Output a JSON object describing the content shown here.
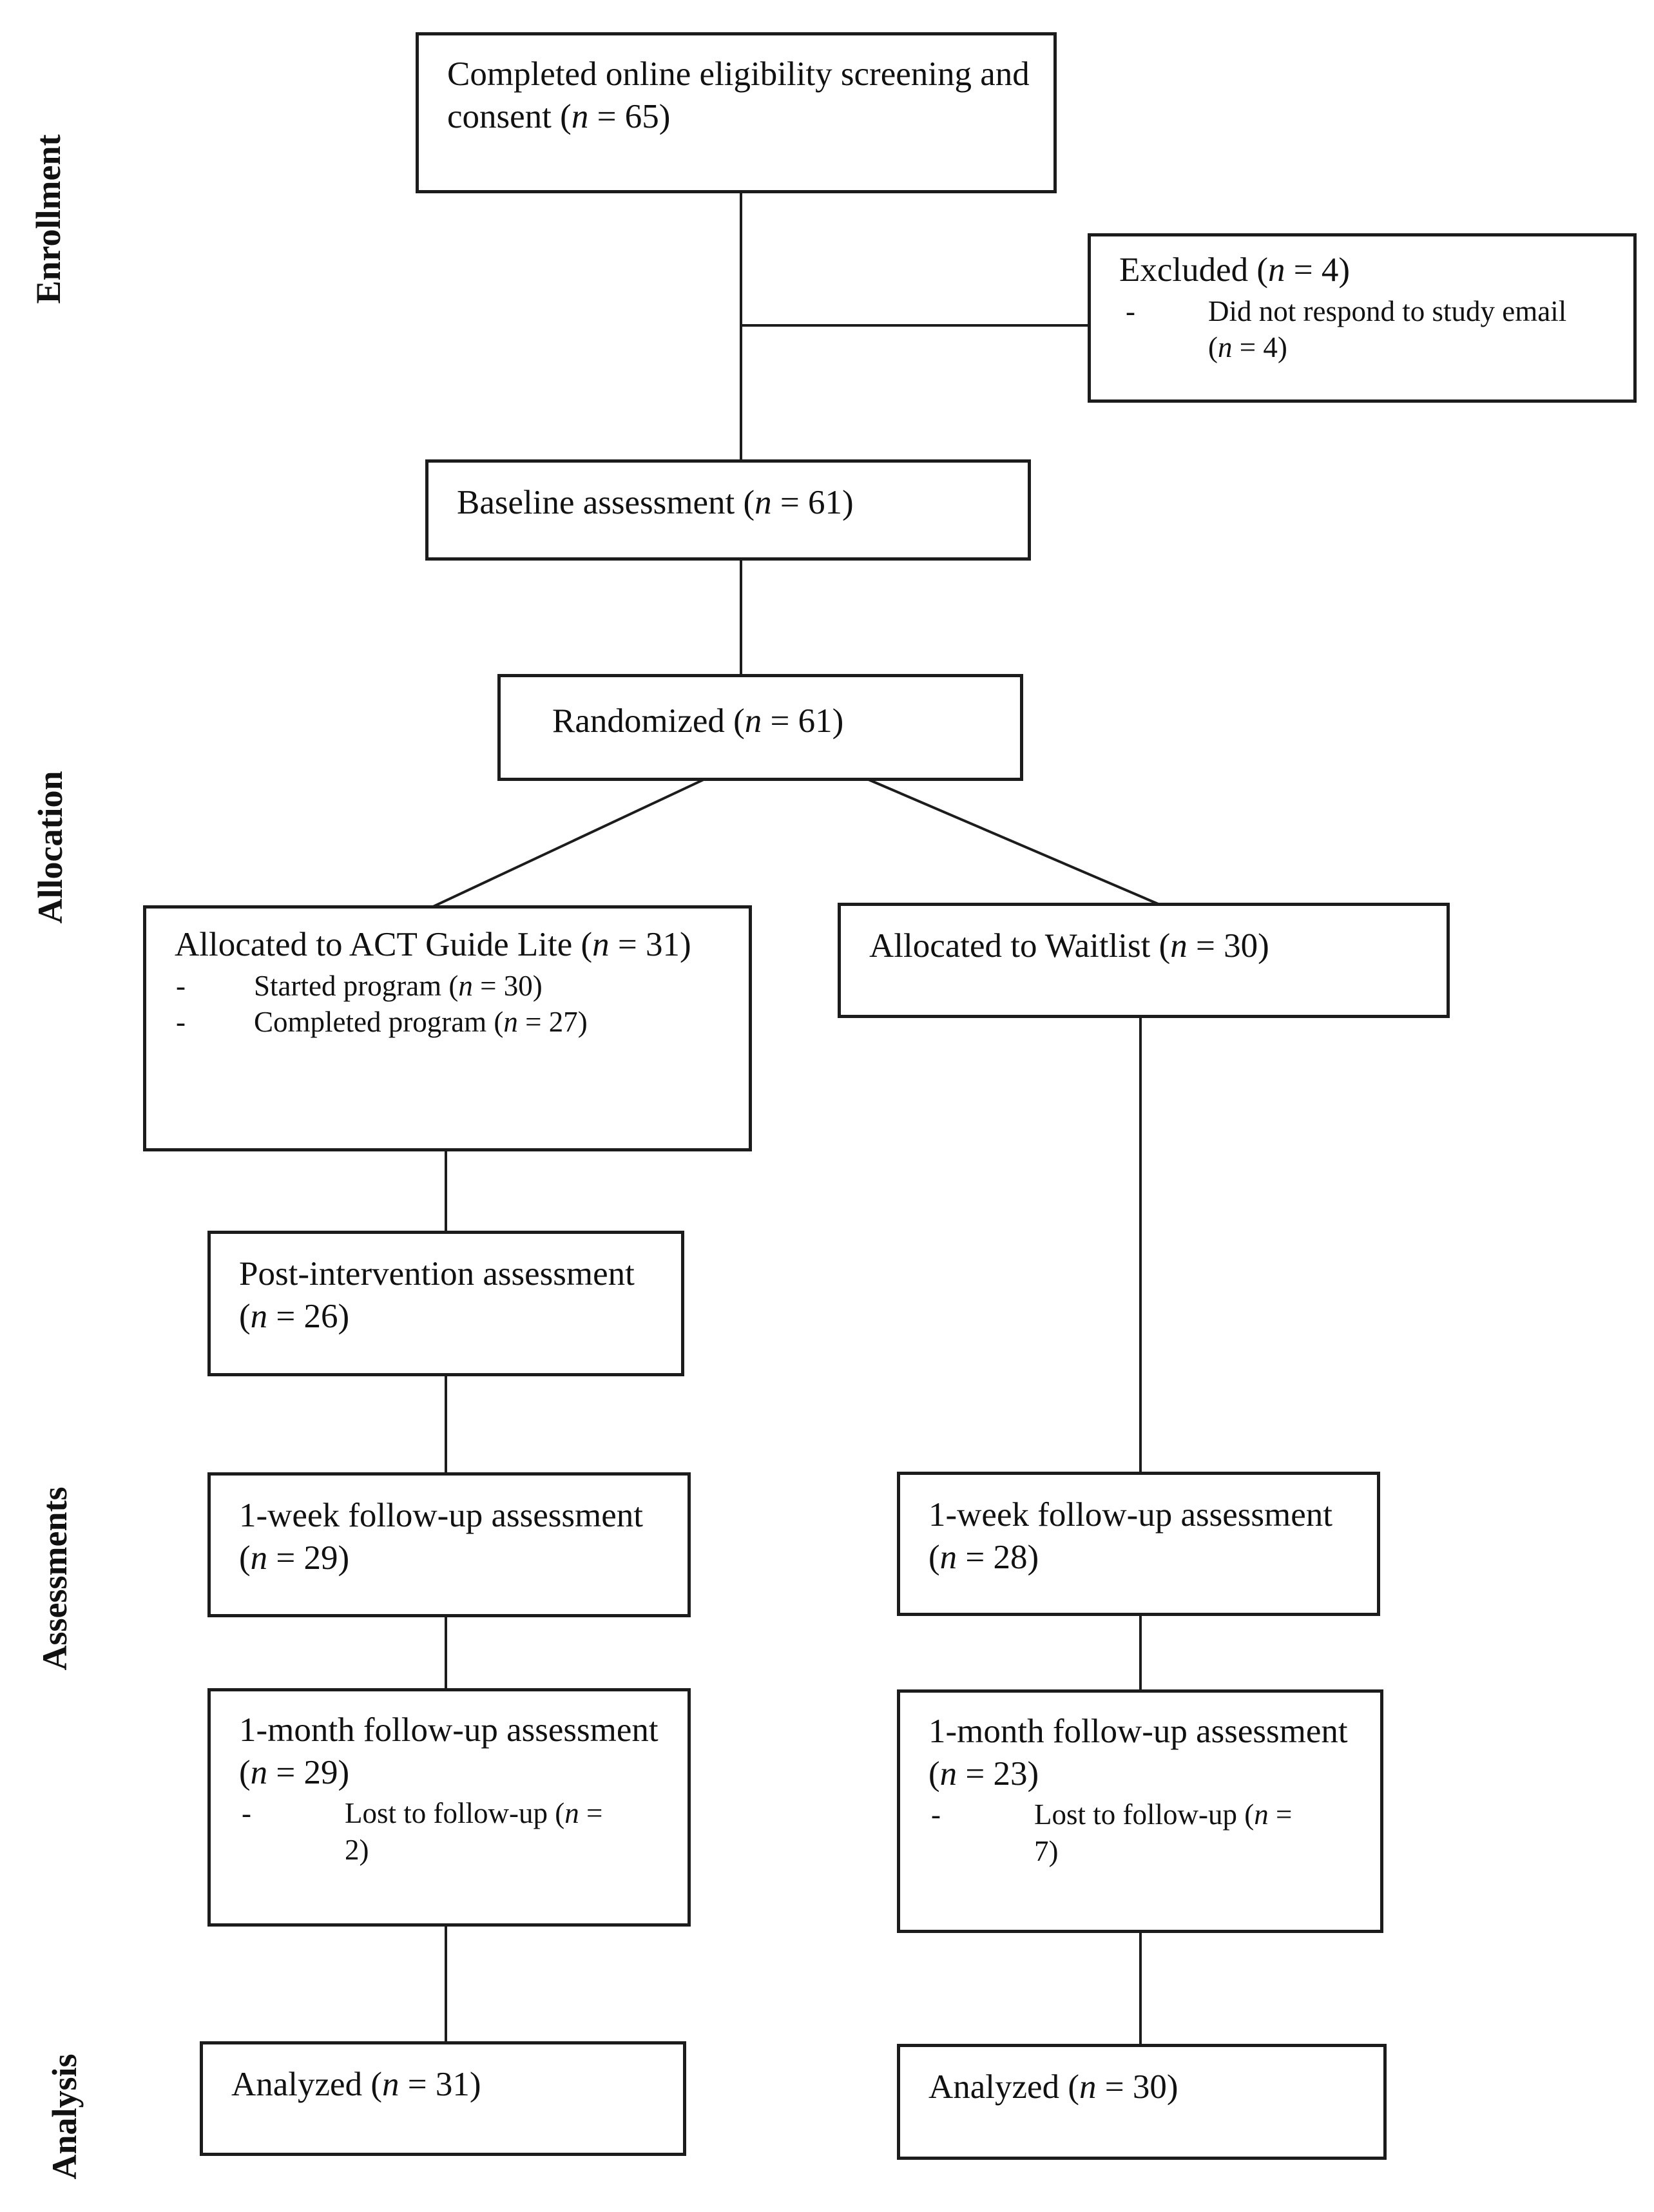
{
  "diagram": {
    "bullet_marker": "-",
    "side_labels": [
      "Enrollment",
      "Allocation",
      "Assessments",
      "Analysis"
    ],
    "boxes": {
      "eligibility": {
        "text": "Completed online eligibility screening and consent (n = 65)"
      },
      "excluded": {
        "title": "Excluded (n = 4)",
        "bullets": [
          "Did not respond to study email (n = 4)"
        ]
      },
      "baseline": {
        "text": "Baseline assessment (n = 61)"
      },
      "randomized": {
        "text": "Randomized (n = 61)"
      },
      "allocated_intervention": {
        "title": "Allocated to ACT Guide Lite (n = 31)",
        "bullets": [
          "Started program (n = 30)",
          "Completed program (n = 27)"
        ]
      },
      "allocated_waitlist": {
        "title": "Allocated to Waitlist (n = 30)"
      },
      "post_intervention": {
        "text": "Post-intervention assessment (n = 26)"
      },
      "oneweek_intervention": {
        "text": "1-week follow-up assessment (n = 29)"
      },
      "oneweek_waitlist": {
        "text": "1-week follow-up assessment (n = 28)"
      },
      "onemonth_intervention": {
        "title": "1-month follow-up assessment (n = 29)",
        "bullets": [
          "Lost to follow-up (n = 2)"
        ]
      },
      "onemonth_waitlist": {
        "title": "1-month follow-up assessment (n = 23)",
        "bullets": [
          "Lost to follow-up (n = 7)"
        ]
      },
      "analyzed_intervention": {
        "text": "Analyzed (n = 31)"
      },
      "analyzed_waitlist": {
        "text": "Analyzed (n = 30)"
      }
    }
  }
}
